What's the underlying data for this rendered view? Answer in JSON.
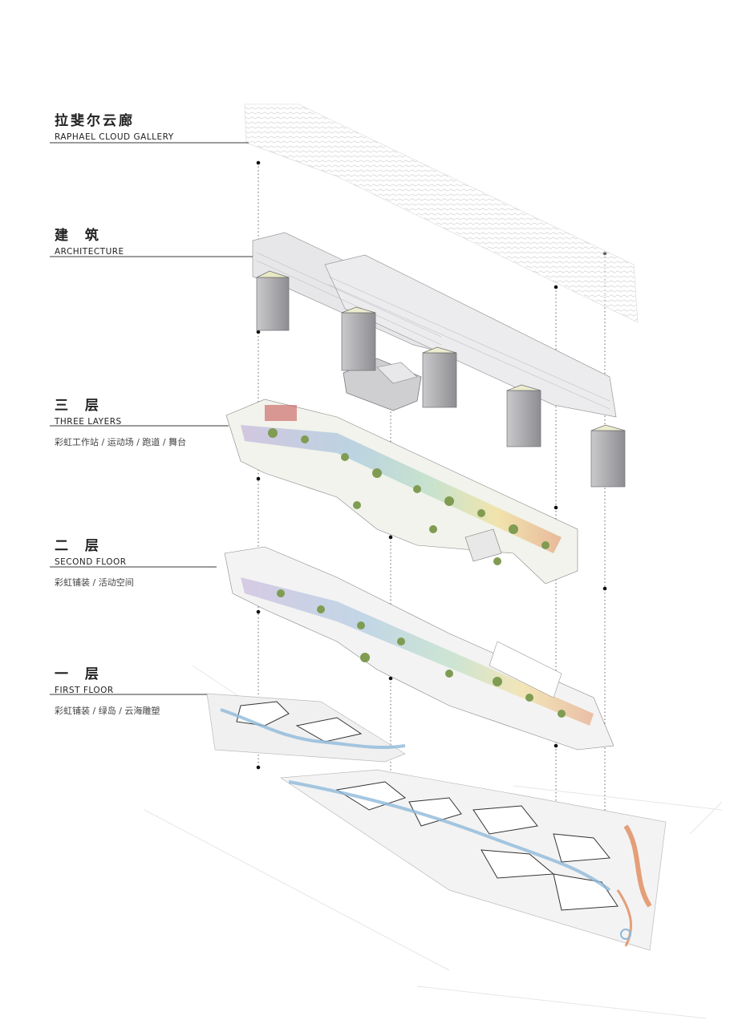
{
  "layers": [
    {
      "id": "cloud",
      "title_cn": "拉斐尔云廊",
      "title_en": "RAPHAEL CLOUD GALLERY",
      "desc": ""
    },
    {
      "id": "architecture",
      "title_cn": "建  筑",
      "title_en": "ARCHITECTURE",
      "desc": ""
    },
    {
      "id": "third",
      "title_cn": "三  层",
      "title_en": "THREE LAYERS",
      "desc": "彩虹工作站 / 运动场 / 跑道 / 舞台"
    },
    {
      "id": "second",
      "title_cn": "二  层",
      "title_en": "SECOND FLOOR",
      "desc": "彩虹铺装 / 活动空间"
    },
    {
      "id": "first",
      "title_cn": "一  层",
      "title_en": "FIRST FLOOR",
      "desc": "彩虹铺装 / 绿岛 / 云海雕塑"
    }
  ],
  "colors": {
    "leader_line": "#3a3a3a",
    "dotted_axis": "#555555",
    "building_grey": "#9b9b9e",
    "roof_light": "#e4e4e6",
    "plan_white": "#f4f4f4",
    "greenery": "#7f9c52",
    "rainbow_blue": "#8fb9d9",
    "rainbow_orange": "#e08a5a",
    "rainbow_purple": "#b9a3d6"
  }
}
